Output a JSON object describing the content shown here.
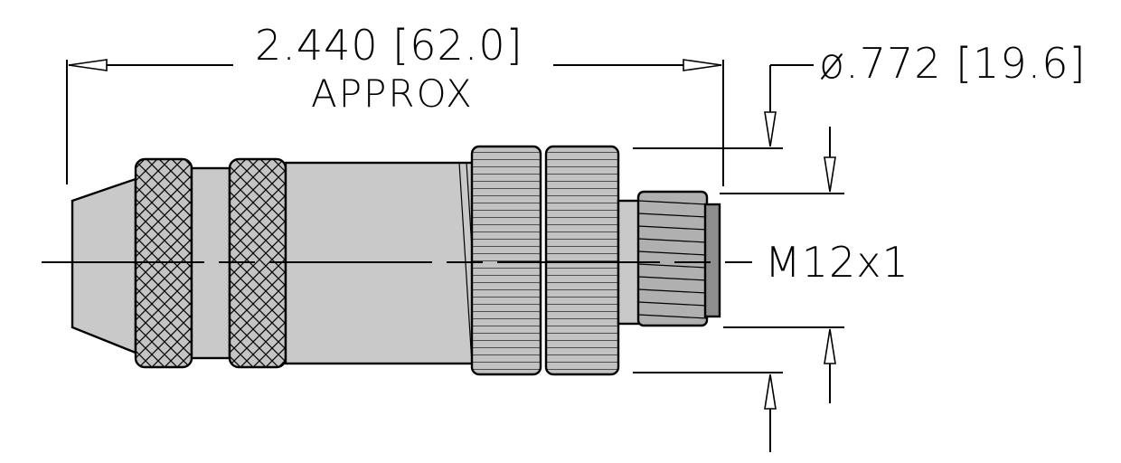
{
  "dimensions": {
    "length_label": "2.440 [62.0]",
    "length_note": "APPROX",
    "diameter_label": "ø.772 [19.6]",
    "thread_label": "M12x1"
  }
}
